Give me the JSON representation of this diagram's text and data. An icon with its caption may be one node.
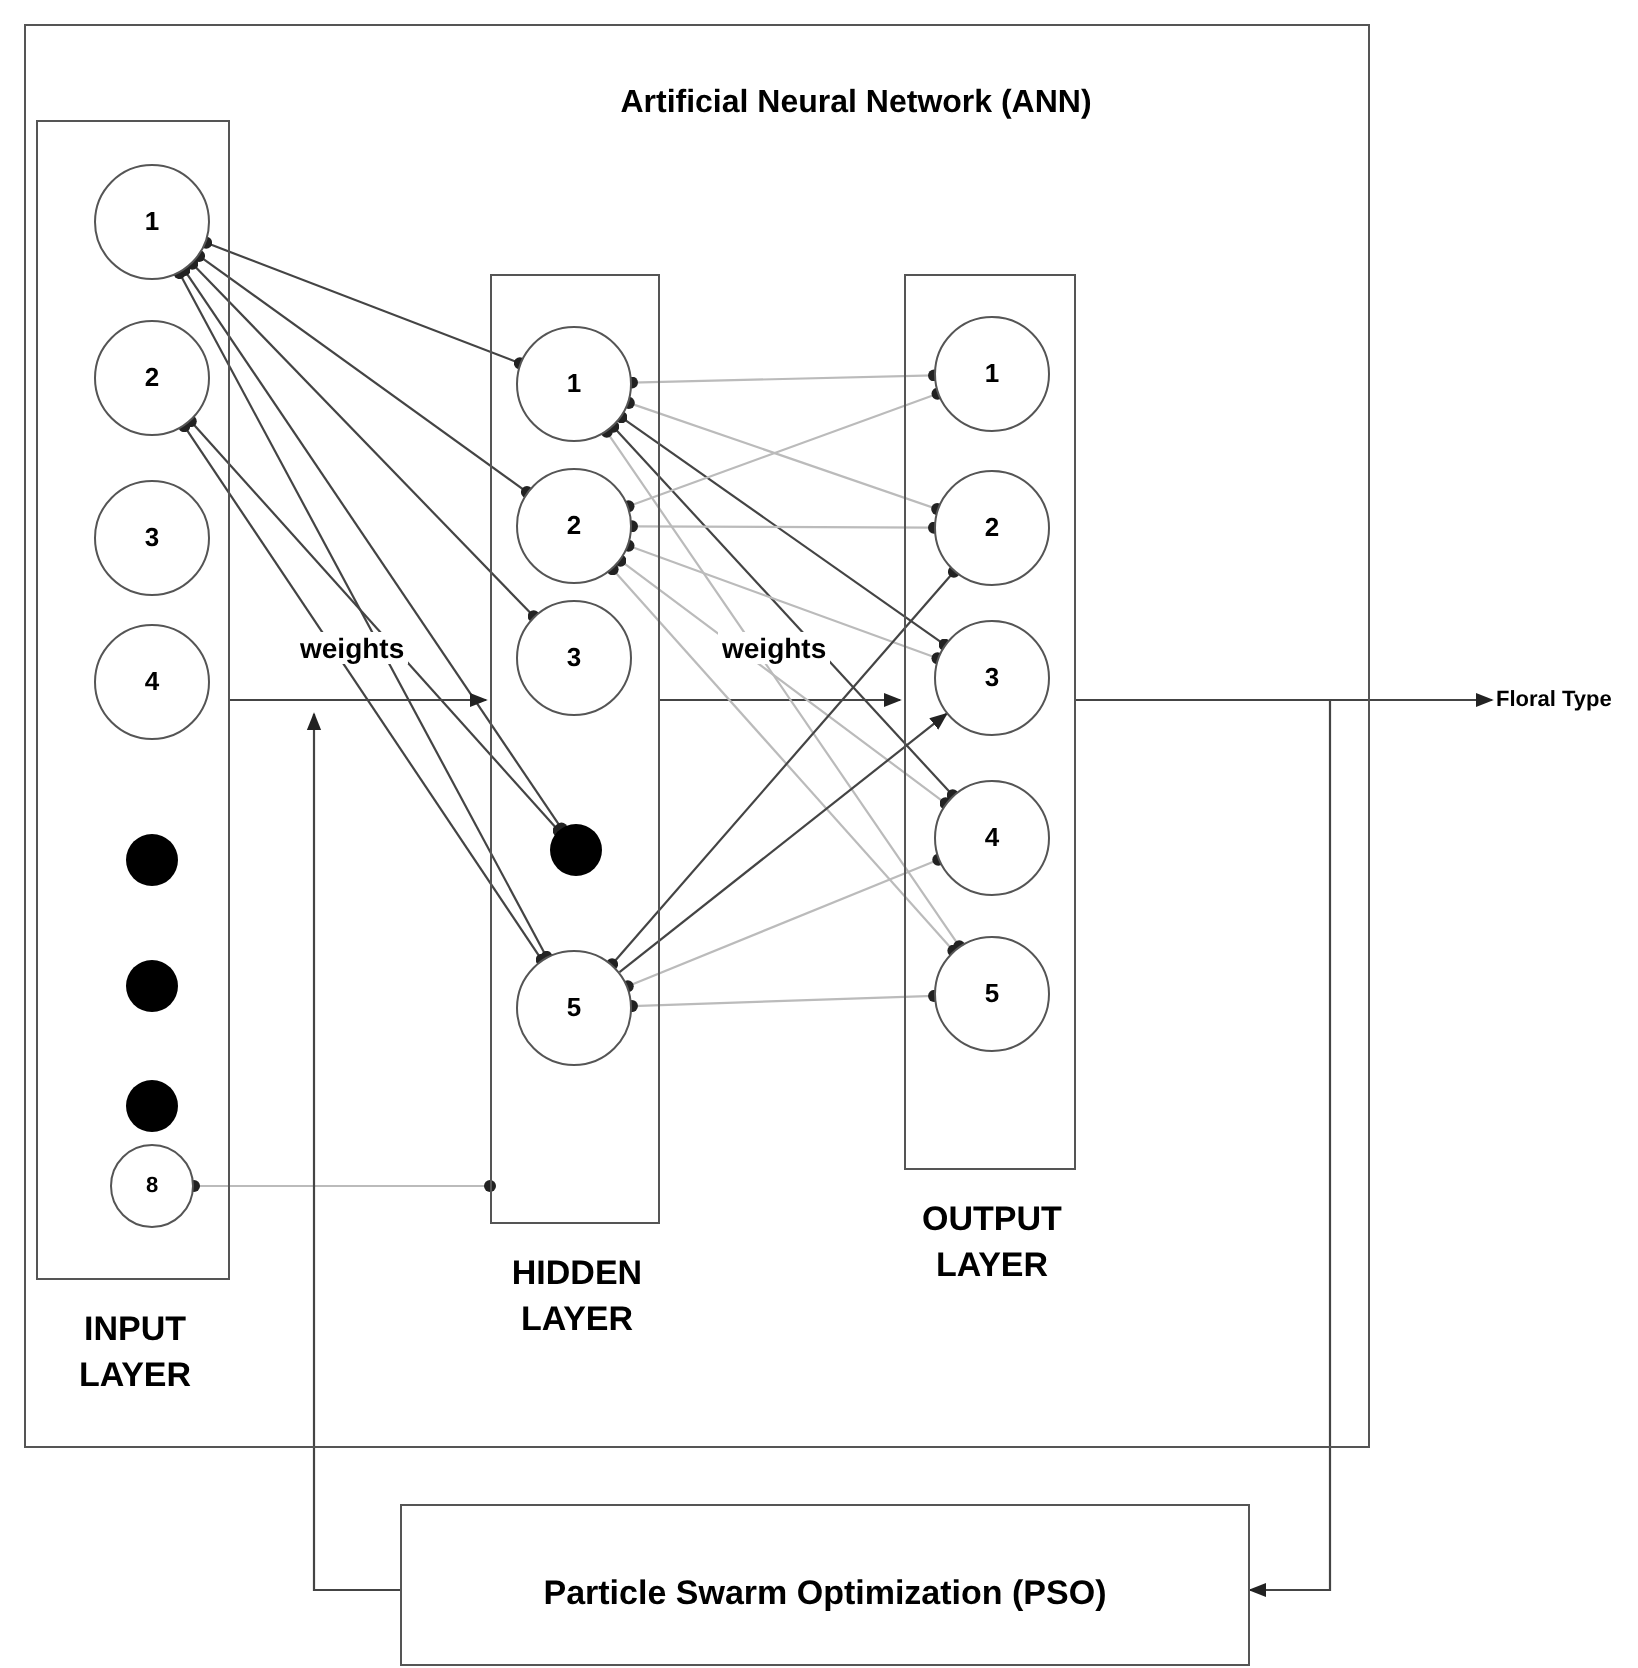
{
  "diagram": {
    "nodes": [
      {
        "text": [
          "Artificial Neural Network (ANN)"
        ]
      },
      {
        "text": [
          "INPUT LAYER"
        ],
        "in": 0
      },
      {
        "text": [
          "1"
        ],
        "in": 1
      },
      {
        "text": [
          "2"
        ],
        "in": 1
      },
      {
        "text": [
          "3"
        ],
        "in": 1
      },
      {
        "text": [
          "4"
        ],
        "in": 1
      },
      {
        "text": [],
        "shape": "circle",
        "in": 1
      },
      {
        "text": [],
        "shape": "circle",
        "in": 1
      },
      {
        "text": [],
        "shape": "circle",
        "in": 1
      },
      {
        "text": [
          "8"
        ],
        "in": 1
      },
      {
        "text": [
          "HIDDEN LAYER"
        ],
        "in": 0
      },
      {
        "text": [
          "1"
        ],
        "in": 10
      },
      {
        "text": [
          "2"
        ],
        "in": 10
      },
      {
        "text": [
          "3"
        ],
        "in": 10
      },
      {
        "text": [],
        "shape": "circle",
        "in": 10
      },
      {
        "text": [
          "5"
        ],
        "in": 10
      },
      {
        "text": [
          "OUTPUT LAYER"
        ],
        "in": 0
      },
      {
        "text": [
          "1"
        ],
        "in": 16
      },
      {
        "text": [
          "2"
        ],
        "in": 16
      },
      {
        "text": [
          "3"
        ],
        "in": 16
      },
      {
        "text": [
          "4"
        ],
        "in": 16
      },
      {
        "text": [
          "5"
        ],
        "in": 16
      },
      {
        "text": [
          "Floral Type"
        ]
      },
      {
        "text": [
          "Particle Swarm Optimization (PSO)"
        ]
      }
    ],
    "edges": [
      {
        "from": 2,
        "to": 11,
        "arrow": "other"
      },
      {
        "from": 2,
        "to": 12,
        "arrow": "other"
      },
      {
        "from": 2,
        "to": 13,
        "arrow": "other"
      },
      {
        "from": 2,
        "to": 14,
        "arrow": "other"
      },
      {
        "from": 2,
        "to": 15,
        "arrow": "other"
      },
      {
        "from": 3,
        "to": 14,
        "arrow": "other"
      },
      {
        "from": 3,
        "to": 15,
        "arrow": "other"
      },
      {
        "from": 9,
        "to": 10,
        "arrow": "other",
        "color": "#bbbbbb"
      },
      {
        "from": 1,
        "to": 10,
        "arrow": "to",
        "label": "weights"
      },
      {
        "from": 10,
        "to": 16,
        "arrow": "to",
        "label": "weights"
      },
      {
        "from": 16,
        "to": 22,
        "arrow": "to"
      },
      {
        "from": 16,
        "to": 23,
        "arrow": "to"
      },
      {
        "from": 23,
        "to": null,
        "arrow": "to"
      },
      {
        "from": 11,
        "to": 17,
        "arrow": "other",
        "color": "#bbbbbb"
      },
      {
        "from": 11,
        "to": 18,
        "arrow": "other",
        "color": "#bbbbbb"
      },
      {
        "from": 11,
        "to": 19,
        "arrow": "other"
      },
      {
        "from": 11,
        "to": 20,
        "arrow": "other"
      },
      {
        "from": 11,
        "to": 21,
        "arrow": "other",
        "color": "#bbbbbb"
      },
      {
        "from": 12,
        "to": 17,
        "arrow": "other",
        "color": "#bbbbbb"
      },
      {
        "from": 12,
        "to": 18,
        "arrow": "other",
        "color": "#bbbbbb"
      },
      {
        "from": 12,
        "to": 19,
        "arrow": "other",
        "color": "#bbbbbb"
      },
      {
        "from": 12,
        "to": 20,
        "arrow": "other",
        "color": "#bbbbbb"
      },
      {
        "from": 12,
        "to": 21,
        "arrow": "other",
        "color": "#bbbbbb"
      },
      {
        "from": 15,
        "to": 18,
        "arrow": "other"
      },
      {
        "from": 15,
        "to": 19,
        "arrow": "to"
      },
      {
        "from": 15,
        "to": 20,
        "arrow": "other",
        "color": "#bbbbbb"
      },
      {
        "from": 15,
        "to": 21,
        "arrow": "other",
        "color": "#bbbbbb"
      }
    ]
  }
}
